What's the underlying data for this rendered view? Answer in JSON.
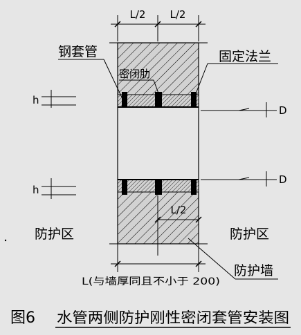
{
  "labels": {
    "dim_half_left": "L/2",
    "dim_half_right": "L/2",
    "steel_sleeve": "钢套管",
    "fixed_flange": "固定法兰",
    "sealing_ring": "密闭肋",
    "dim_half_lower": "L/2",
    "zone_left": "防护区",
    "zone_right": "防护区",
    "dim_total": "L(与墙厚同且不小于 200)",
    "protective_wall": "防护墙",
    "symbol_h_upper": "h",
    "symbol_h_lower": "h",
    "symbol_d_upper": "D",
    "symbol_d_lower": "D"
  },
  "caption": {
    "number": "图6",
    "title": "水管两侧防护刚性密闭套管安装图"
  },
  "colors": {
    "background": "#e6e6e6",
    "ink": "#000000",
    "wall_fill": "#d2d2d2"
  }
}
